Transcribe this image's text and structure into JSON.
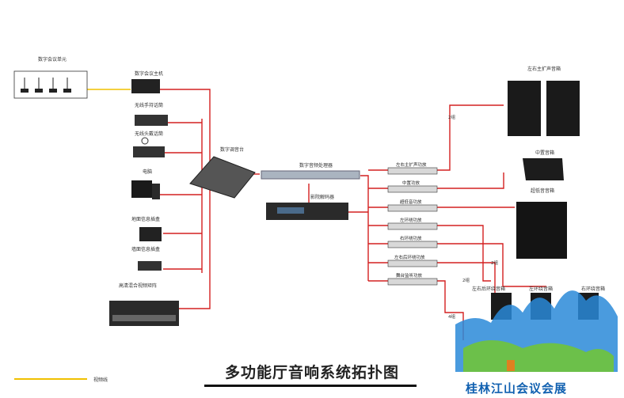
{
  "diagram": {
    "title": "多功能厅音响系统拓扑图",
    "legend": {
      "label": "视频线"
    },
    "watermark": "桂林江山会议会展",
    "left_devices": {
      "conference_unit": "数字会议单元",
      "conference_host": "数字会议主机",
      "wireless_handheld": "无线手持话筒",
      "wireless_headset": "无线头戴话筒",
      "computer": "电脑",
      "floor_box": "地面信息插盒",
      "wall_box": "墙面信息插盒",
      "hd_matrix": "高清混合视频矩阵"
    },
    "center_devices": {
      "mixer": "数字调音台",
      "processor": "数字音频处理器",
      "decoder": "影院解码器"
    },
    "amplifiers": [
      "左右主扩声功放",
      "中置功放",
      "超低音功放",
      "左环绕功放",
      "右环绕功放",
      "左右后环绕功放",
      "舞台监听功放"
    ],
    "speakers": {
      "main": "左右主扩声音箱",
      "center": "中置音箱",
      "sub": "超低音音箱",
      "left_surround": "左环绕音箱",
      "right_surround": "右环绕音箱",
      "rear_surround": "左右后环绕音箱"
    },
    "tags": [
      "2组",
      "2组",
      "2组",
      "4组"
    ]
  }
}
